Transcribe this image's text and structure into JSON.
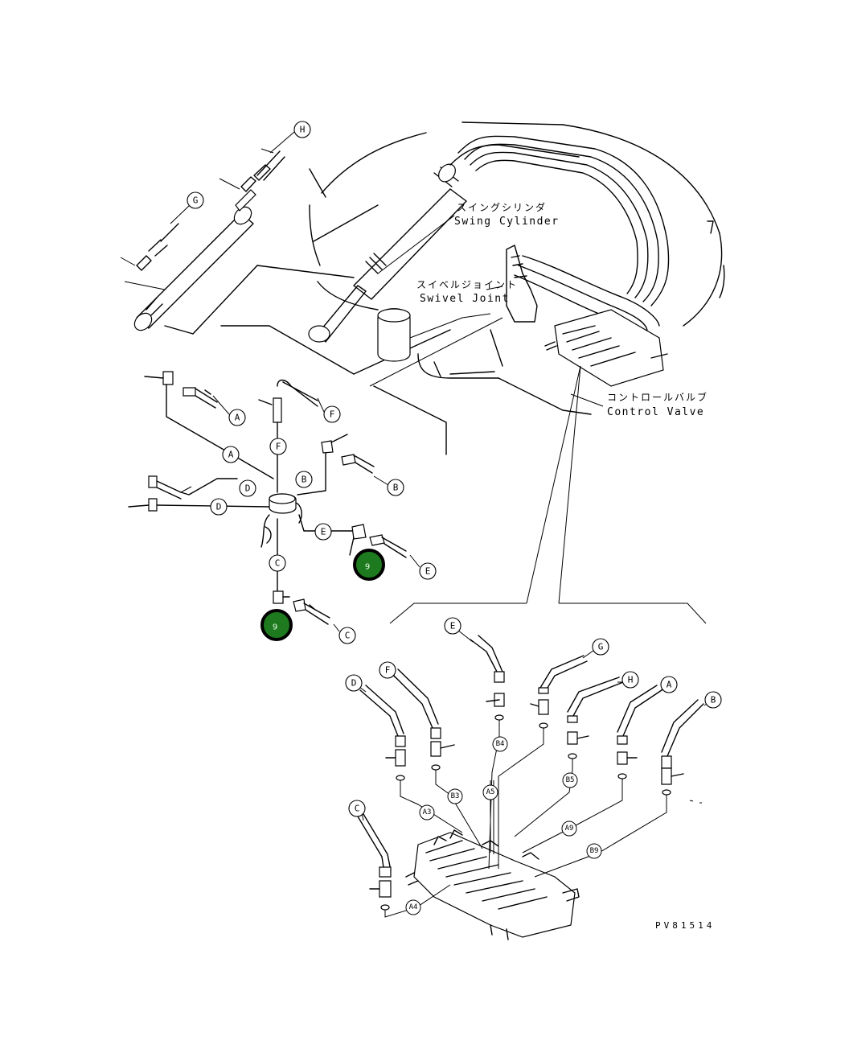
{
  "labels": {
    "swing_cylinder_jp": "スイングシリンダ",
    "swing_cylinder_en": "Swing Cylinder",
    "swivel_joint_jp": "スイベルジョイント",
    "swivel_joint_en": "Swivel Joint",
    "control_valve_jp": "コントロールバルブ",
    "control_valve_en": "Control Valve"
  },
  "figure_id": "PV81514",
  "hotspots": [
    {
      "label": "9"
    },
    {
      "label": "9"
    }
  ],
  "callouts": {
    "top_g": "G",
    "top_h": "H",
    "mid_a": "A",
    "mid_f": "F",
    "mid_b": "B",
    "mid_d": "D",
    "mid_e": "E",
    "mid_c": "C",
    "line_a": "A",
    "line_b": "B",
    "line_c": "C",
    "line_d": "D",
    "line_e": "E",
    "line_f": "F",
    "bot_e": "E",
    "bot_g": "G",
    "bot_d": "D",
    "bot_f": "F",
    "bot_h": "H",
    "bot_a": "A",
    "bot_b": "B",
    "bot_c": "C"
  },
  "ports": {
    "b4": "B4",
    "b5": "B5",
    "b3": "B3",
    "a5": "A5",
    "a3": "A3",
    "a9": "A9",
    "b9": "B9",
    "a4": "A4"
  }
}
